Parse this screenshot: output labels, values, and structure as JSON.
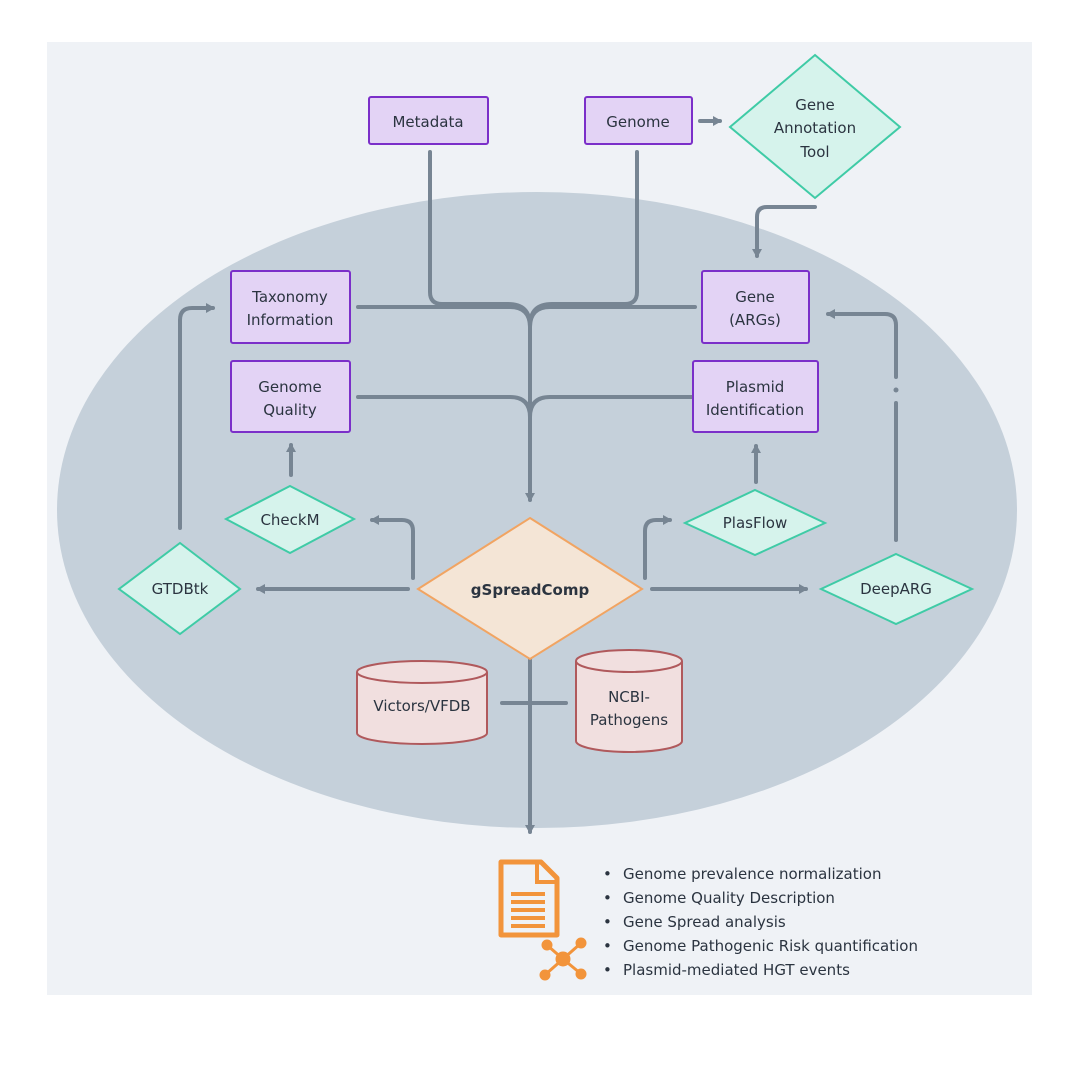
{
  "nodes": {
    "metadata": "Metadata",
    "genome": "Genome",
    "gene_annotation_tool": [
      "Gene",
      "Annotation",
      "Tool"
    ],
    "taxonomy_information": [
      "Taxonomy",
      "Information"
    ],
    "gene_args": [
      "Gene",
      "(ARGs)"
    ],
    "genome_quality": [
      "Genome",
      "Quality"
    ],
    "plasmid_identification": [
      "Plasmid",
      "Identification"
    ],
    "checkm": "CheckM",
    "plasflow": "PlasFlow",
    "gtdbtk": "GTDBtk",
    "gspreadcomp": "gSpreadComp",
    "deeparg": "DeepARG",
    "victors_vfdb": "Victors/VFDB",
    "ncbi_pathogens": [
      "NCBI-",
      "Pathogens"
    ]
  },
  "outputs": [
    "Genome prevalence normalization",
    "Genome Quality Description",
    "Gene Spread analysis",
    "Genome Pathogenic Risk quantification",
    "Plasmid-mediated HGT events"
  ],
  "icons": {
    "report": "document-icon",
    "network": "network-icon"
  },
  "colors": {
    "background": "#eff2f6",
    "ellipse": "#c5d0da",
    "connector": "#778593",
    "purple_fill": "#e3d3f5",
    "purple_stroke": "#7b2fc9",
    "green_fill": "#d6f3ec",
    "green_stroke": "#3fcba6",
    "orange_fill": "#f4e5d6",
    "orange_stroke": "#f1a462",
    "db_fill": "#f1dfdf",
    "db_stroke": "#b0595c",
    "icon_orange": "#f2943b"
  }
}
